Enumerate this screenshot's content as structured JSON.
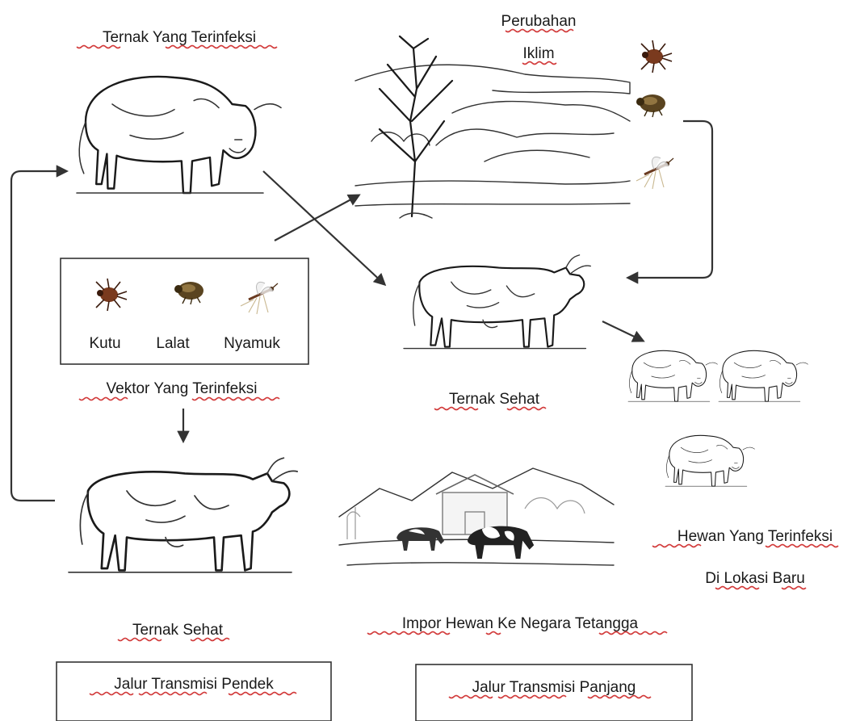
{
  "labels": {
    "infected_livestock": "Ternak Yang Terinfeksi",
    "climate_change": "Perubahan Iklim",
    "climate_change_line1": "Perubahan",
    "climate_change_line2": "Iklim",
    "kutu": "Kutu",
    "lalat": "Lalat",
    "nyamuk": "Nyamuk",
    "infected_vectors": "Vektor Yang Terinfeksi",
    "healthy_livestock_center": "Ternak Sehat",
    "healthy_livestock_bottom": "Ternak Sehat",
    "infected_animals_line1": "Hewan Yang Terinfeksi",
    "infected_animals_line2": "Di Lokasi Baru",
    "import_animals": "Impor Hewan Ke Negara Tetangga",
    "short_route": "Jalur Transmisi Pendek",
    "long_route": "Jalur Transmisi Panjang"
  },
  "icons": {
    "infected_cow": "sick-cow-icon",
    "landscape": "landscape-tree-icon",
    "tick": "tick-icon",
    "fly": "fly-icon",
    "mosquito": "mosquito-icon",
    "healthy_cow": "healthy-cow-icon",
    "farm": "farm-scene-icon"
  },
  "colors": {
    "spellcheck_underline": "#d23a3a",
    "ink": "#1a1a1a",
    "arrow": "#333333"
  }
}
